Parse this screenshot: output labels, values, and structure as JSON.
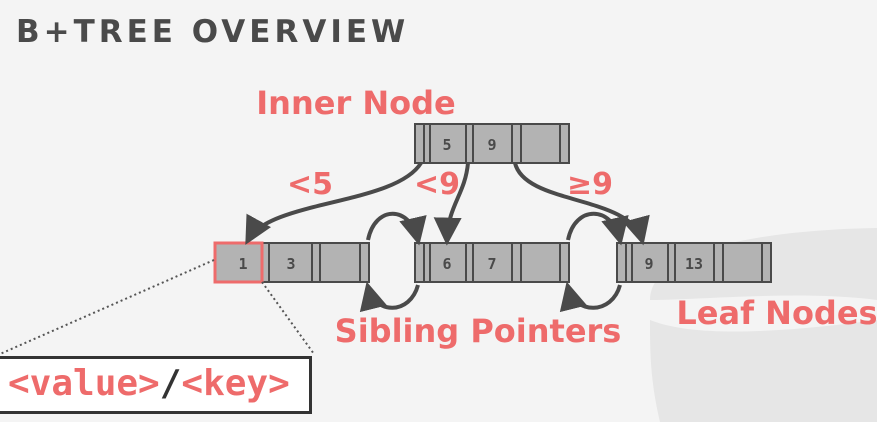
{
  "title": "B+TREE OVERVIEW",
  "labels": {
    "inner_node": "Inner Node",
    "lt5": "<5",
    "lt9": "<9",
    "ge9": "≥9",
    "sibling_pointers": "Sibling Pointers",
    "leaf_nodes": "Leaf Nodes"
  },
  "inner_node": {
    "keys": [
      "5",
      "9",
      ""
    ]
  },
  "leaves": [
    {
      "keys": [
        "1",
        "3",
        ""
      ]
    },
    {
      "keys": [
        "6",
        "7",
        ""
      ]
    },
    {
      "keys": [
        "9",
        "13",
        ""
      ]
    }
  ],
  "legend": {
    "value": "<value>",
    "sep": "/",
    "key": "<key>"
  },
  "colors": {
    "accent": "#ee6b6b",
    "node_fill": "#b3b3b3",
    "stroke": "#4a4a4a"
  }
}
